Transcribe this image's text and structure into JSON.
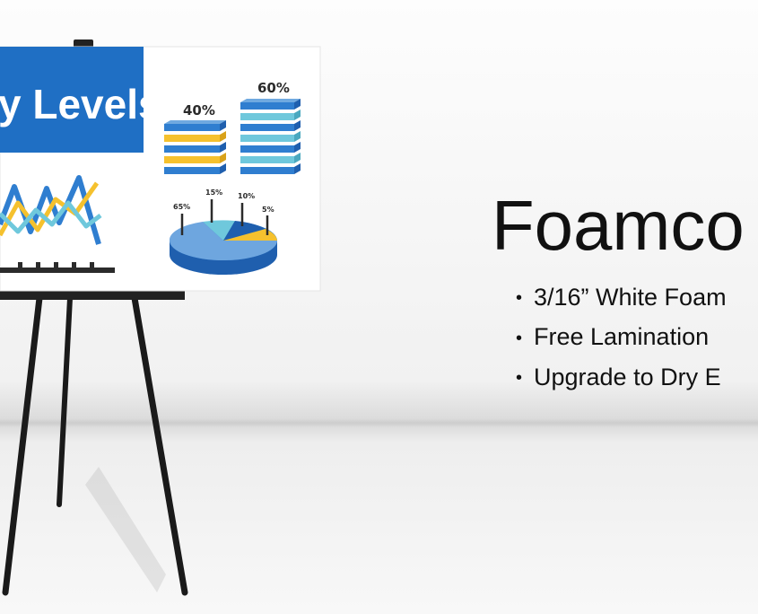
{
  "board": {
    "title_fragment": "y Levels",
    "stack_labels": [
      "40%",
      "60%"
    ],
    "pie_labels": [
      "65%",
      "15%",
      "10%",
      "5%"
    ],
    "pie_values": [
      65,
      15,
      10,
      5
    ]
  },
  "slide": {
    "title": "Foamco",
    "bullets": [
      "3/16” White Foam",
      "Free Lamination",
      "Upgrade to Dry E"
    ],
    "bullet_glyph": "•"
  },
  "colors": {
    "blue_dark": "#1f5fae",
    "blue_mid": "#2f7ed0",
    "cyan": "#6fc8dc",
    "yellow": "#f5c12e",
    "board_title_bg": "#1f6fc4"
  }
}
